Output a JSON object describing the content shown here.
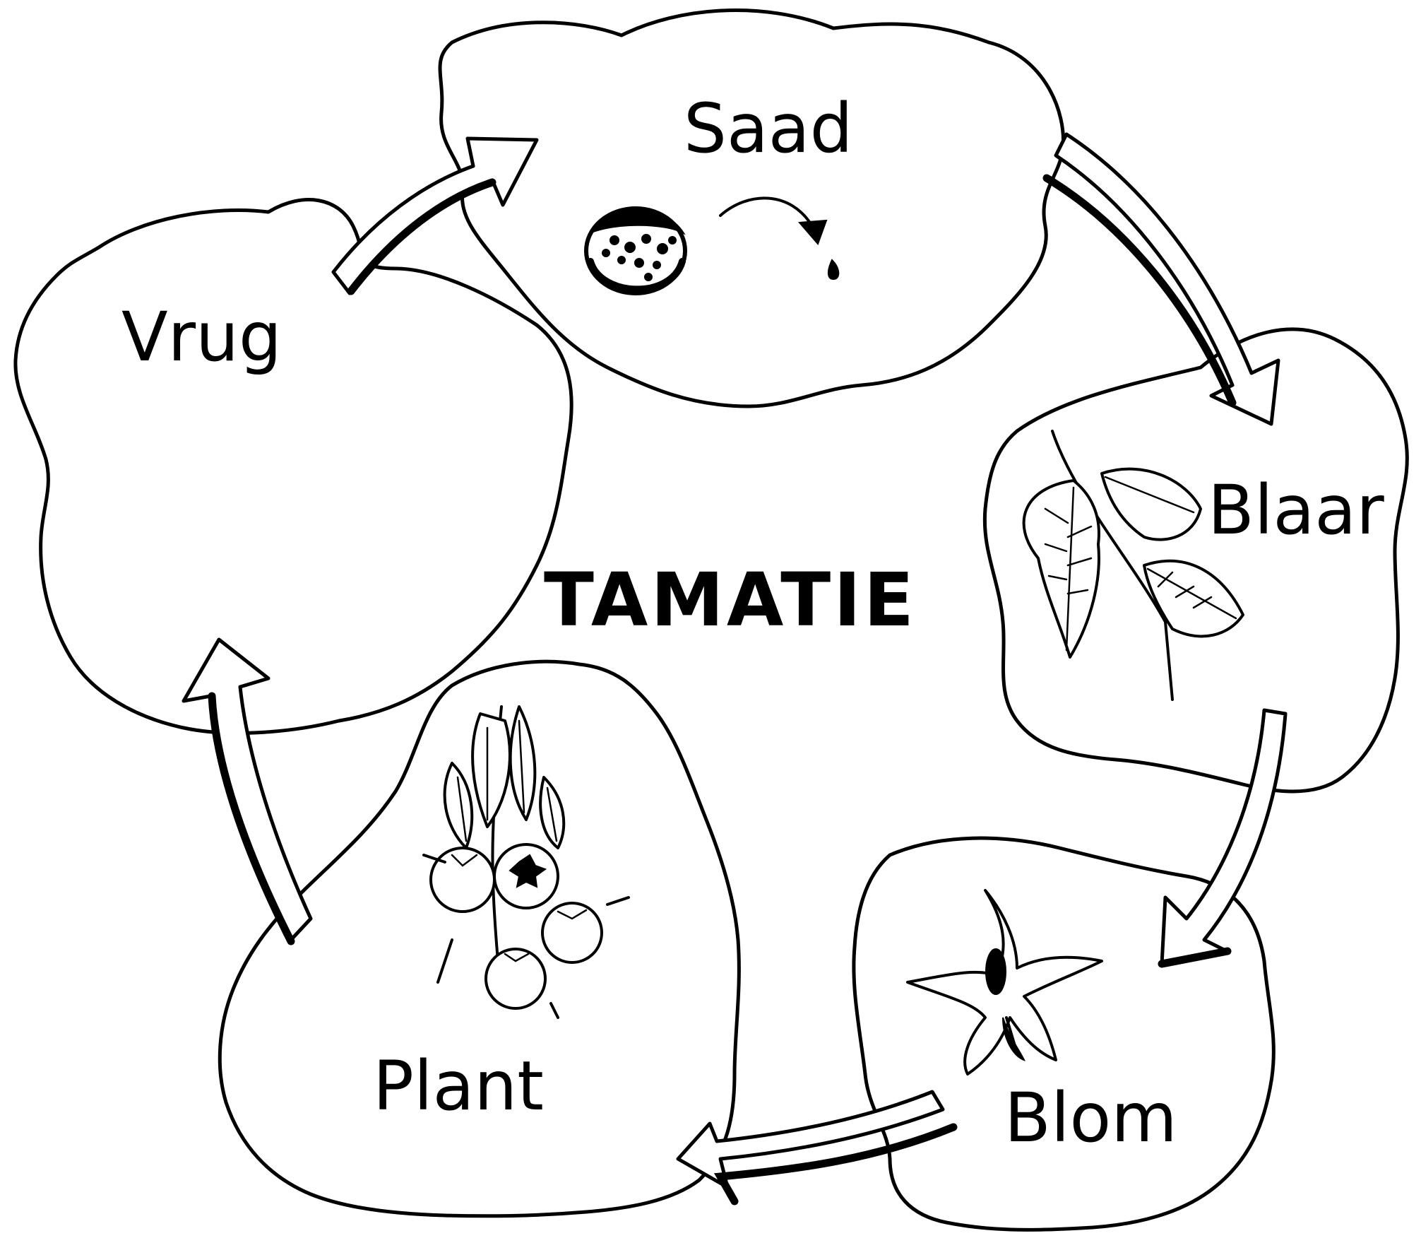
{
  "title": "TAMATIE",
  "stages": [
    {
      "id": "saad",
      "label": "Saad",
      "icon": "seed-icon"
    },
    {
      "id": "blaar",
      "label": "Blaar",
      "icon": "leaf-icon"
    },
    {
      "id": "blom",
      "label": "Blom",
      "icon": "flower-icon"
    },
    {
      "id": "plant",
      "label": "Plant",
      "icon": "tomato-plant-icon"
    },
    {
      "id": "vrug",
      "label": "Vrug",
      "icon": ""
    }
  ],
  "flow": [
    {
      "from": "saad",
      "to": "blaar"
    },
    {
      "from": "blaar",
      "to": "blom"
    },
    {
      "from": "blom",
      "to": "plant"
    },
    {
      "from": "plant",
      "to": "vrug"
    },
    {
      "from": "vrug",
      "to": "saad"
    }
  ],
  "colors": {
    "ink": "#000000",
    "paper": "#ffffff"
  }
}
